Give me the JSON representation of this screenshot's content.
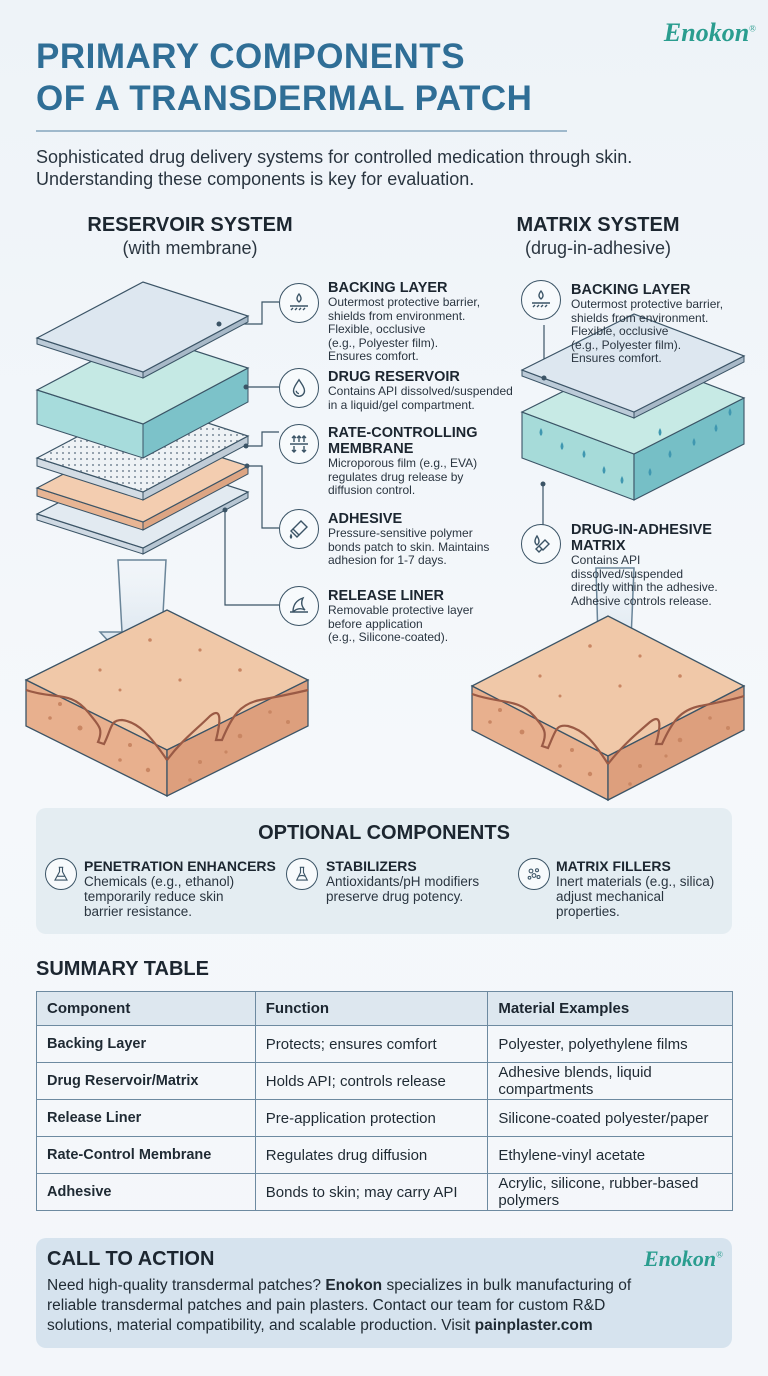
{
  "brand": "Enokon",
  "trademark": "®",
  "title_line1": "PRIMARY COMPONENTS",
  "title_line2": "OF A TRANSDERMAL PATCH",
  "intro_line1": "Sophisticated drug delivery systems for controlled medication through skin.",
  "intro_line2": "Understanding these components is key for evaluation.",
  "reservoir": {
    "title": "RESERVOIR SYSTEM",
    "subtitle": "(with membrane)",
    "components": [
      {
        "icon": "backing-layer-icon",
        "title": "BACKING LAYER",
        "lines": [
          "Outermost protective barrier,",
          "shields from environment.",
          "Flexible, occlusive",
          "(e.g., Polyester film).",
          "Ensures comfort."
        ]
      },
      {
        "icon": "drug-droplet-icon",
        "title": "DRUG RESERVOIR",
        "lines": [
          "Contains API dissolved/suspended",
          "in a liquid/gel compartment."
        ]
      },
      {
        "icon": "membrane-arrows-icon",
        "title_lines": [
          "RATE-CONTROLLING",
          "MEMBRANE"
        ],
        "lines": [
          "Microporous film (e.g., EVA)",
          "regulates drug release by",
          "diffusion control."
        ]
      },
      {
        "icon": "adhesive-tube-icon",
        "title": "ADHESIVE",
        "lines": [
          "Pressure-sensitive polymer",
          "bonds patch to skin. Maintains",
          "adhesion for 1-7 days."
        ]
      },
      {
        "icon": "peel-liner-icon",
        "title": "RELEASE LINER",
        "lines": [
          "Removable protective layer",
          "before application",
          "(e.g., Silicone-coated)."
        ]
      }
    ]
  },
  "matrix": {
    "title": "MATRIX SYSTEM",
    "subtitle": "(drug-in-adhesive)",
    "components": [
      {
        "icon": "backing-layer-icon",
        "title": "BACKING LAYER",
        "lines": [
          "Outermost protective barrier,",
          "shields from environment.",
          "Flexible, occlusive",
          "(e.g., Polyester film).",
          "Ensures comfort."
        ]
      },
      {
        "icon": "drug-adhesive-icon",
        "title_lines": [
          "DRUG-IN-ADHESIVE",
          "MATRIX"
        ],
        "lines": [
          "Contains API",
          "dissolved/suspended",
          "directly within the adhesive.",
          "Adhesive controls release."
        ]
      }
    ]
  },
  "optional": {
    "title": "OPTIONAL COMPONENTS",
    "items": [
      {
        "icon": "flask-icon",
        "title": "PENETRATION ENHANCERS",
        "lines": [
          "Chemicals (e.g., ethanol)",
          "temporarily reduce skin",
          "barrier resistance."
        ]
      },
      {
        "icon": "beaker-icon",
        "title": "STABILIZERS",
        "lines": [
          "Antioxidants/pH modifiers",
          "preserve drug potency."
        ]
      },
      {
        "icon": "particles-icon",
        "title": "MATRIX FILLERS",
        "lines": [
          "Inert materials (e.g., silica)",
          "adjust mechanical",
          "properties."
        ]
      }
    ]
  },
  "summary": {
    "title": "SUMMARY TABLE",
    "headers": [
      "Component",
      "Function",
      "Material Examples"
    ],
    "rows": [
      [
        "Backing Layer",
        "Protects; ensures comfort",
        [
          "Polyester, polyethylene films"
        ]
      ],
      [
        "Drug Reservoir/Matrix",
        "Holds API; controls release",
        [
          "Adhesive blends, liquid",
          "compartments"
        ]
      ],
      [
        "Release Liner",
        "Pre-application protection",
        [
          "Silicone-coated polyester/paper"
        ]
      ],
      [
        "Rate-Control Membrane",
        "Regulates drug diffusion",
        [
          "Ethylene-vinyl acetate"
        ]
      ],
      [
        "Adhesive",
        "Bonds to skin; may carry API",
        [
          "Acrylic, silicone, rubber-based",
          "polymers"
        ]
      ]
    ]
  },
  "cta": {
    "title": "CALL TO ACTION",
    "line1_pre": "Need high-quality transdermal patches?",
    "line1_brand": "Enokon",
    "line1_post": "specializes in bulk manufacturing of",
    "line2": "reliable transdermal patches and pain plasters. Contact our team for custom R&D",
    "line3_pre": "solutions, material compatibility, and scalable production. Visit",
    "line3_link": "painplaster.com"
  },
  "colors": {
    "title_blue": "#2f6e96",
    "brand_teal": "#2a9d8f",
    "reservoir_teal": "#8fd3d6",
    "adhesive_peach": "#f3c9a8",
    "skin": "#eec1a0"
  }
}
